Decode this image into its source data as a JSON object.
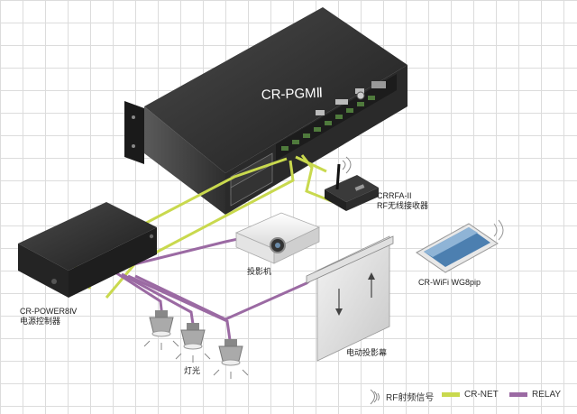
{
  "colors": {
    "cr_net": "#c9d94e",
    "relay": "#9b6aa3",
    "rf": "#8a8a8a",
    "device_dark": "#2b2b2b"
  },
  "devices": {
    "main_host": {
      "label": "CR-PGMⅡ"
    },
    "rf_receiver": {
      "model": "CRRFA-II",
      "name": "RF无线接收器"
    },
    "power_controller": {
      "model": "CR-POWER8Ⅳ",
      "name": "电源控制器"
    },
    "projector": {
      "name": "投影机"
    },
    "screen": {
      "name": "电动投影幕"
    },
    "lights": {
      "name": "灯光"
    },
    "tablet": {
      "name": "CR-WiFi WG8pip"
    }
  },
  "legend": {
    "rf": "RF射频信号",
    "cr_net": "CR-NET",
    "relay": "RELAY"
  }
}
